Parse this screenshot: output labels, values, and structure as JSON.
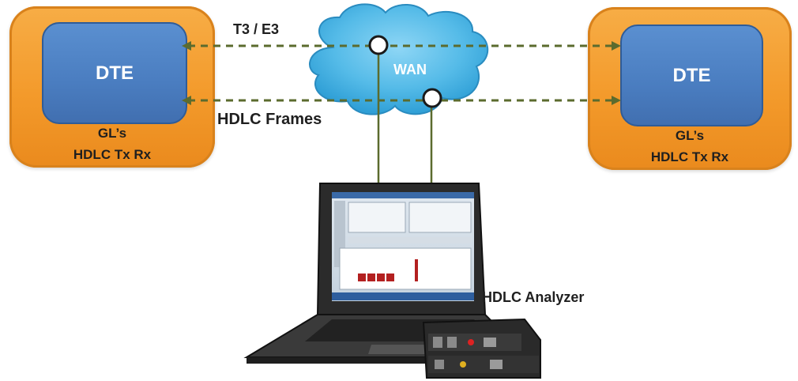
{
  "left_node": {
    "device": "DTE",
    "line1": "GL’s",
    "line2": "HDLC Tx Rx"
  },
  "right_node": {
    "device": "DTE",
    "line1": "GL’s",
    "line2": "HDLC Tx Rx"
  },
  "links": {
    "top": "T3 / E3",
    "bottom": "HDLC Frames"
  },
  "network": {
    "label": "WAN"
  },
  "analyzer": {
    "label": "HDLC Analyzer"
  },
  "colors": {
    "node_orange": "#f39a2b",
    "dte_blue": "#4a7dc0",
    "cloud_blue": "#4fb6e6",
    "link_green": "#5b6b2e"
  }
}
